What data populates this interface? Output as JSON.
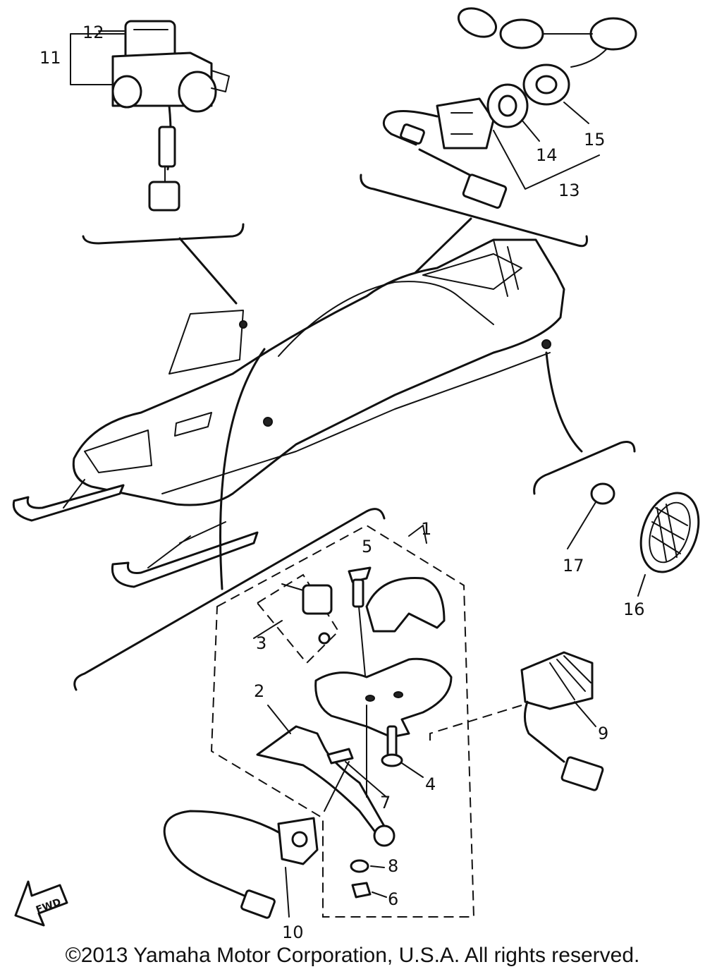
{
  "diagram": {
    "part_labels": {
      "p1": "1",
      "p2": "2",
      "p3": "3",
      "p4": "4",
      "p5": "5",
      "p6": "6",
      "p7": "7",
      "p8": "8",
      "p9": "9",
      "p10": "10",
      "p11": "11",
      "p12": "12",
      "p13": "13",
      "p14": "14",
      "p15": "15",
      "p16": "16",
      "p17": "17"
    },
    "fwd_label": "FWD"
  },
  "footer": {
    "copyright": "©2013 Yamaha Motor Corporation, U.S.A. All rights reserved."
  }
}
